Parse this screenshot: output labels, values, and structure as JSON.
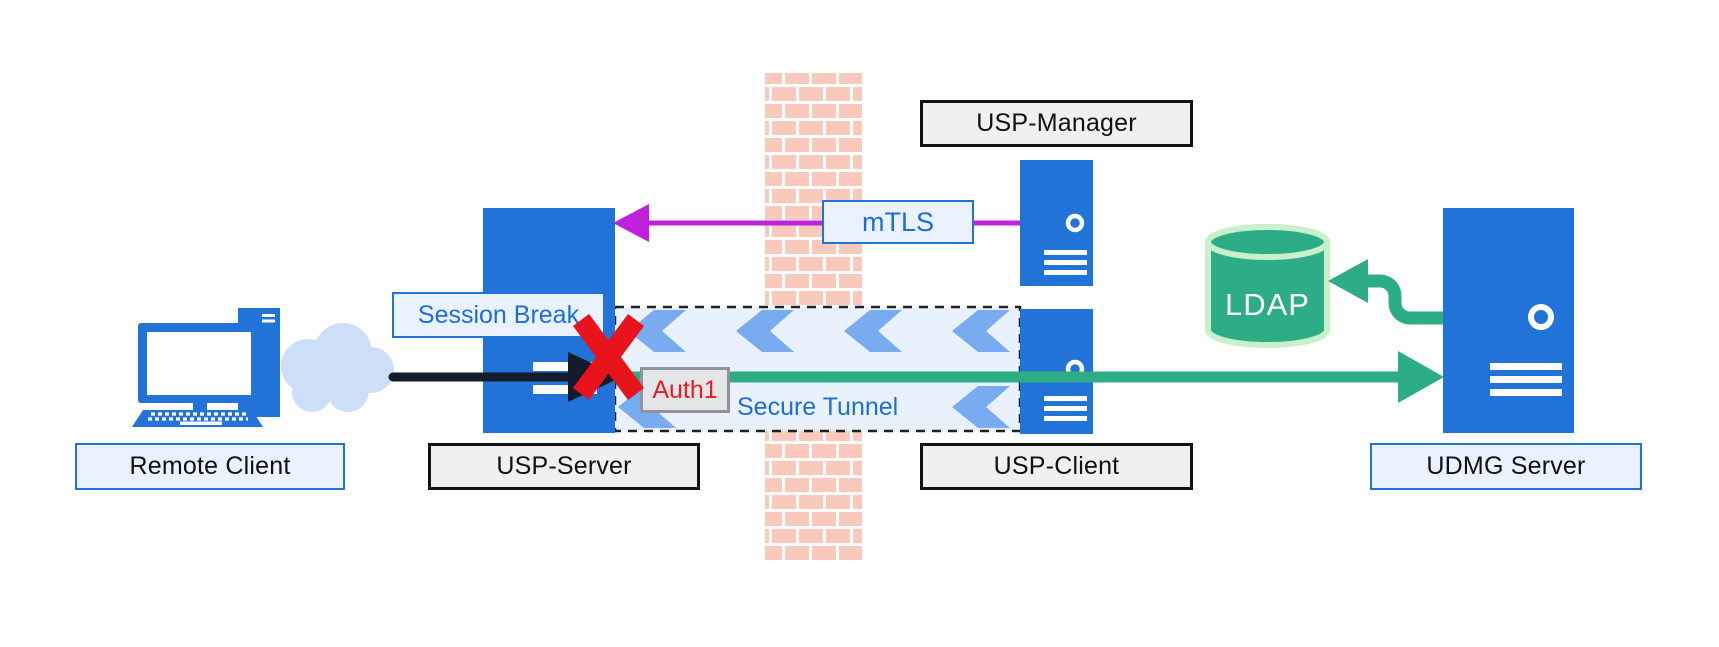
{
  "diagram": {
    "nodes": {
      "remote_client": "Remote Client",
      "usp_server": "USP-Server",
      "usp_manager": "USP-Manager",
      "usp_client": "USP-Client",
      "udmg_server": "UDMG Server",
      "ldap": "LDAP"
    },
    "annotations": {
      "session_break": "Session Break",
      "mtls": "mTLS",
      "auth1": "Auth1",
      "secure_tunnel": "Secure Tunnel"
    },
    "colors": {
      "node-blue": "#2273d8",
      "chevron-blue": "#79abf0",
      "cloud-blue": "#cddff8",
      "tunnel-bg": "#e9f1fd",
      "panel-blue-bg": "#e9f2fe",
      "panel-blue-border": "#2273d8",
      "panel-gray-bg": "#f0f0f0",
      "panel-gray-border": "#111111",
      "auth-bg": "#e4e5e7",
      "auth-border": "#8f939b",
      "auth-text": "#e81c24",
      "link-text-blue": "#1b6fd6",
      "green": "#2dad85",
      "ldap-outline": "#c9efcb",
      "brick": "#f9c9bb",
      "magenta": "#bf20dc",
      "alert-red": "#e8131b",
      "arrow-black": "#141b2b",
      "label-text": "#111111"
    }
  }
}
